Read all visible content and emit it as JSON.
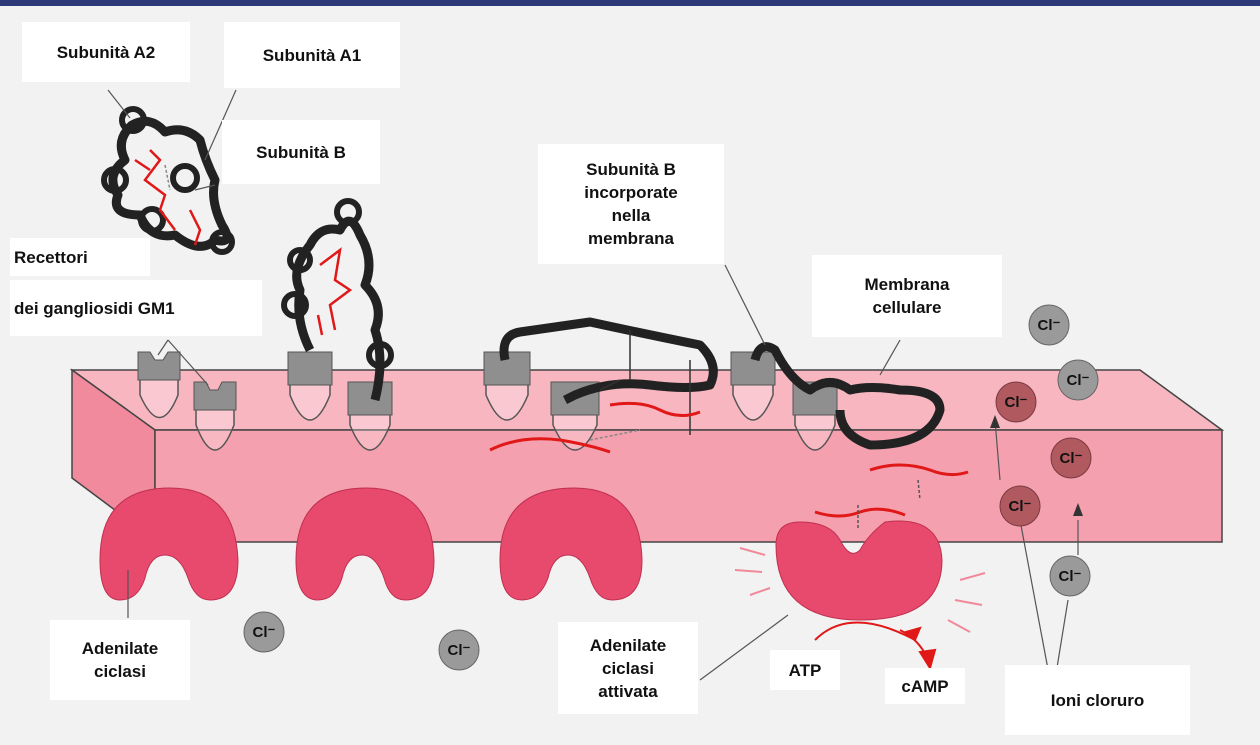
{
  "labels": {
    "subunit_a2": "Subunità A2",
    "subunit_a1": "Subunità A1",
    "subunit_b": "Subunità B",
    "receptors_line1": "Recettori",
    "receptors_line2": "dei gangliosidi GM1",
    "subunit_b_incorporated": "Subunità B\nincorporate\nnella\nmembrana",
    "cell_membrane": "Membrana\ncellulare",
    "adenylate_cyclase": "Adenilate\nciclasi",
    "adenylate_cyclase_activated": "Adenilate\nciclasi\nattivata",
    "atp": "ATP",
    "camp": "cAMP",
    "chloride_ions": "Ioni cloruro"
  },
  "ion_label": "Cl⁻",
  "colors": {
    "background": "#f2f2f2",
    "membrane": "#f4a4b0",
    "enzyme": "#e44a6c",
    "chain": "#222222",
    "a1_chain": "#e01818",
    "ion_gray": "#9a9a9a",
    "ion_red": "#b05a60",
    "receptor": "#8f8f8f",
    "header_bar": "#2c3a7a"
  }
}
